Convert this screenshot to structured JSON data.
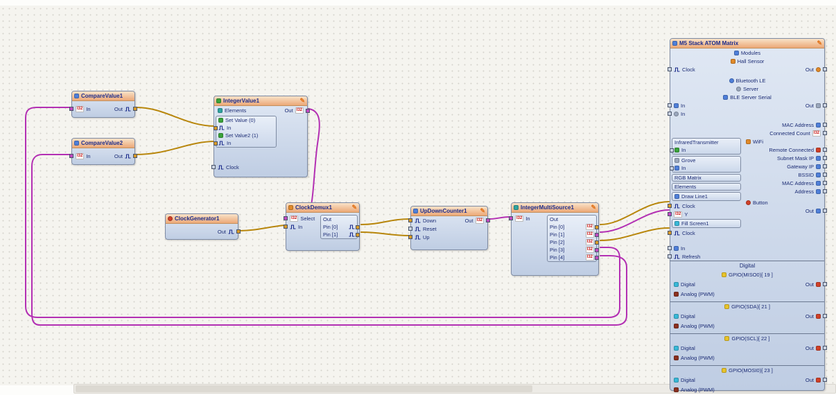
{
  "colors": {
    "wireClock": "#b8860b",
    "wireInt": "#b32fb3"
  },
  "icons": {
    "pencil": "✎"
  },
  "badges": {
    "i32": "I32"
  },
  "blocks": {
    "compareValue1": {
      "title": "CompareValue1",
      "inLabel": "In",
      "outLabel": "Out"
    },
    "compareValue2": {
      "title": "CompareValue2",
      "inLabel": "In",
      "outLabel": "Out"
    },
    "integerValue1": {
      "title": "IntegerValue1",
      "outLabel": "Out",
      "elementsLabel": "Elements",
      "setValue0": "Set Value (0)",
      "setValue0In": "In",
      "setValue1": "Set Value2 (1)",
      "setValue1In": "In",
      "clockLabel": "Clock"
    },
    "clockGenerator1": {
      "title": "ClockGenerator1",
      "outLabel": "Out"
    },
    "clockDemux1": {
      "title": "ClockDemux1",
      "selectLabel": "Select",
      "inLabel": "In",
      "outLabel": "Out",
      "pin0": "Pin [0]",
      "pin1": "Pin [1]"
    },
    "upDownCounter1": {
      "title": "UpDownCounter1",
      "downLabel": "Down",
      "resetLabel": "Reset",
      "upLabel": "Up",
      "outLabel": "Out"
    },
    "integerMultiSource1": {
      "title": "IntegerMultiSource1",
      "inLabel": "In",
      "outLabel": "Out",
      "pin0": "Pin [0]",
      "pin1": "Pin [1]",
      "pin2": "Pin [2]",
      "pin3": "Pin [3]",
      "pin4": "Pin [4]"
    }
  },
  "m5": {
    "title": "M5 Stack ATOM Matrix",
    "modules": "Modules",
    "hallSensor": "Hall Sensor",
    "clockTop": "Clock",
    "outTop": "Out",
    "bluetoothLe": "Bluetooth LE",
    "server": "Server",
    "bleServerSerial": "BLE Server Serial",
    "inSerial": "In",
    "outSerial": "Out",
    "inSecond": "In",
    "macAddress": "MAC Address",
    "connectedCount": "Connected Count",
    "infraredTransmitter": "InfraredTransmitter",
    "infraredIn": "In",
    "wifi": "WiFi",
    "remoteConnected": "Remote Connected",
    "grove": "Grove",
    "groveIn": "In",
    "subnetMaskIp": "Subnet Mask IP",
    "gatewayIp": "Gateway IP",
    "bssid": "BSSID",
    "rgbMatrix": "RGB Matrix",
    "macAddress2": "MAC Address",
    "elements": "Elements",
    "address": "Address",
    "drawLine1": "Draw Line1",
    "clockDraw": "Clock",
    "button": "Button",
    "yPin": "Y",
    "buttonOut": "Out",
    "fillScreen1": "Fill Screen1",
    "clockFill": "Clock",
    "inBottom": "In",
    "refresh": "Refresh",
    "digitalSection": "Digital",
    "gpio19": "GPIO(MISO0)[ 19 ]",
    "gpio21": "GPIO(SDA)[ 21 ]",
    "gpio22": "GPIO(SCL)[ 22 ]",
    "gpio23": "GPIO(MOSI0)[ 23 ]",
    "digitalRow": "Digital",
    "analogRow": "Analog (PWM)",
    "outRow": "Out"
  }
}
